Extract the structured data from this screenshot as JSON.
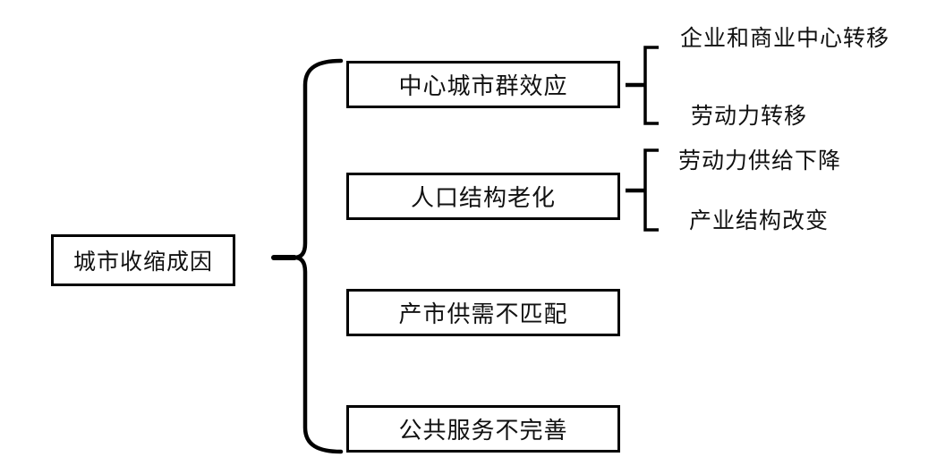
{
  "diagram": {
    "type": "tree-bracket-diagram",
    "orientation": "left-to-right",
    "root": {
      "label": "城市收缩成因"
    },
    "causes": [
      {
        "label": "中心城市群效应",
        "children": [
          {
            "label": "企业和商业中心转移"
          },
          {
            "label": "劳动力转移"
          }
        ]
      },
      {
        "label": "人口结构老化",
        "children": [
          {
            "label": "劳动力供给下降"
          },
          {
            "label": "产业结构改变"
          }
        ]
      },
      {
        "label": "产市供需不匹配",
        "children": []
      },
      {
        "label": "公共服务不完善",
        "children": []
      }
    ],
    "colors": {
      "stroke": "#000000",
      "text": "#111111",
      "background": "#ffffff"
    }
  }
}
